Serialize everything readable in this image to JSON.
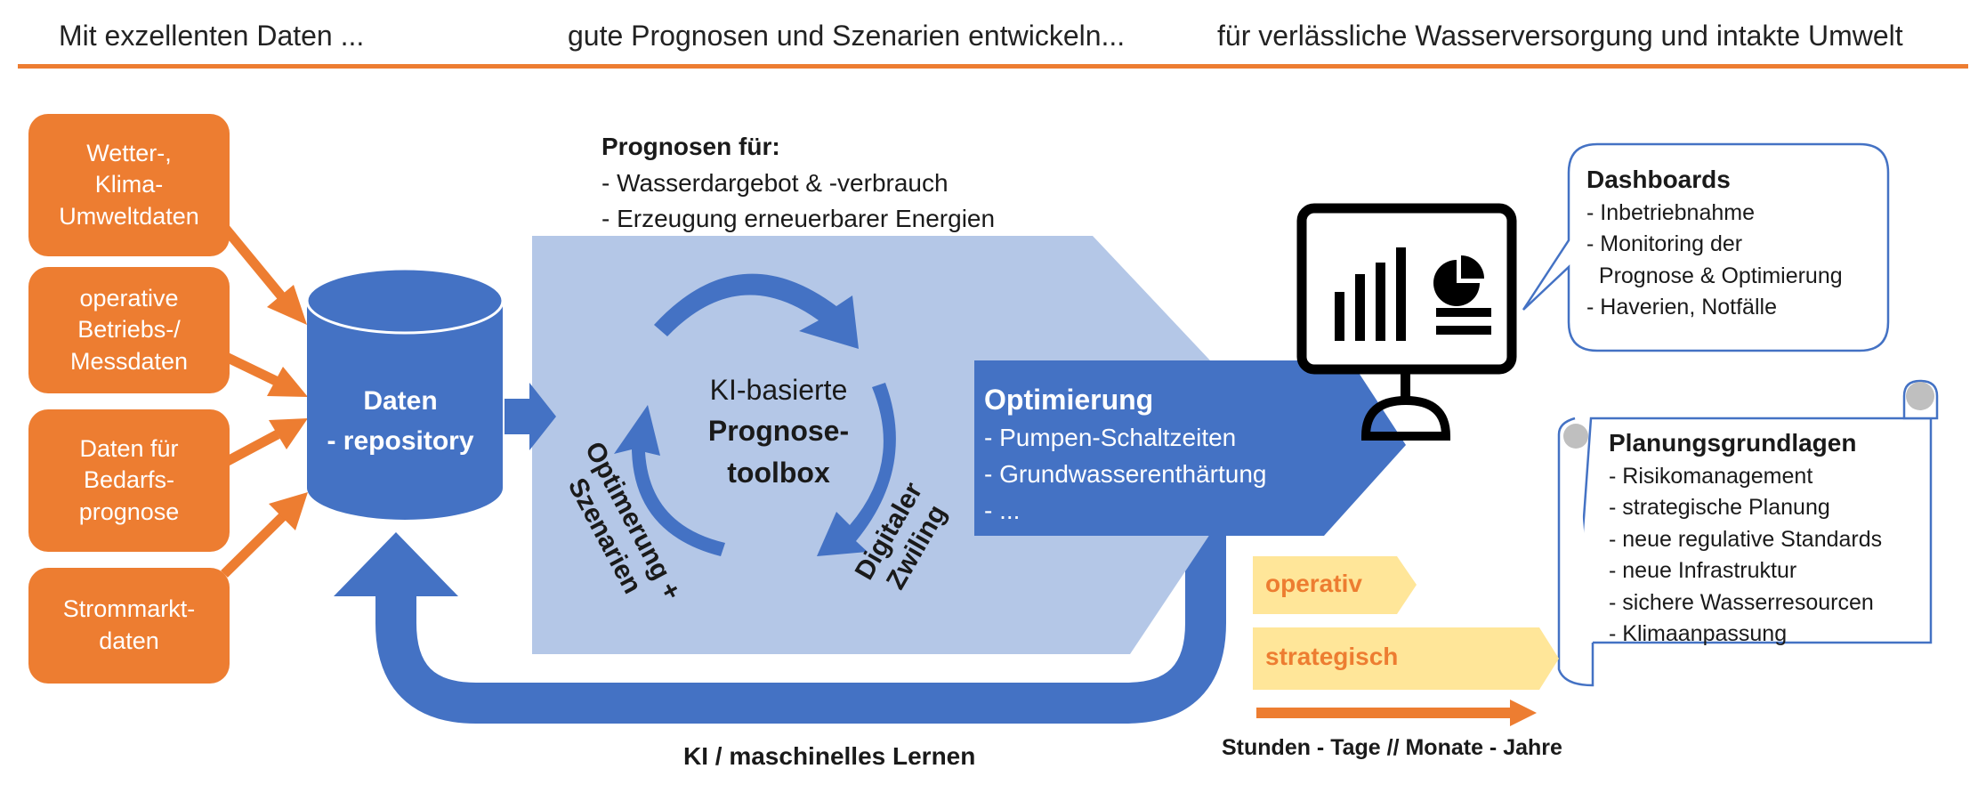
{
  "header": {
    "left": "Mit exzellenten Daten ...",
    "middle": "gute Prognosen und Szenarien  entwickeln...",
    "right": "für verlässliche Wasserversorgung und intakte Umwelt"
  },
  "sources": [
    {
      "label": "Wetter-,\nKlima-\nUmweltdaten"
    },
    {
      "label": "operative\nBetriebs-/\nMessdaten"
    },
    {
      "label": "Daten für\nBedarfs-\nprognose"
    },
    {
      "label": "Strommarkt-\ndaten"
    }
  ],
  "repository": {
    "label": "Daten\n- repository"
  },
  "forecasts": {
    "title": "Prognosen für:",
    "items": [
      "- Wasserdargebot & -verbrauch",
      "- Erzeugung erneuerbarer Energien"
    ]
  },
  "toolbox": {
    "line1": "KI-basierte",
    "line2": "Prognose-",
    "line3": "toolbox"
  },
  "cycle_labels": {
    "left": "Optimerung +\nSzenarien",
    "right": "Digitaler\nZwiling"
  },
  "optimization": {
    "title": "Optimierung",
    "items": [
      "- Pumpen-Schaltzeiten",
      "- Grundwasserenthärtung",
      "- ..."
    ]
  },
  "dashboards": {
    "title": "Dashboards",
    "items": [
      "- Inbetriebnahme",
      "- Monitoring der",
      "  Prognose & Optimierung",
      "- Haverien, Notfälle"
    ]
  },
  "planning": {
    "title": "Planungsgrundlagen",
    "items": [
      "- Risikomanagement",
      "- strategische Planung",
      "- neue regulative Standards",
      "- neue Infrastruktur",
      "- sichere Wasserresourcen",
      "- Klimaanpassung"
    ]
  },
  "horizon_tags": {
    "operative": "operativ",
    "strategic": "strategisch"
  },
  "timeline_label": "Stunden - Tage // Monate - Jahre",
  "feedback_label": "KI / maschinelles Lernen",
  "colors": {
    "orange": "#ED7D31",
    "blue": "#4472C4",
    "light_blue": "#B4C7E7",
    "yellow": "#FFE699",
    "callout_border": "#4472C4"
  }
}
